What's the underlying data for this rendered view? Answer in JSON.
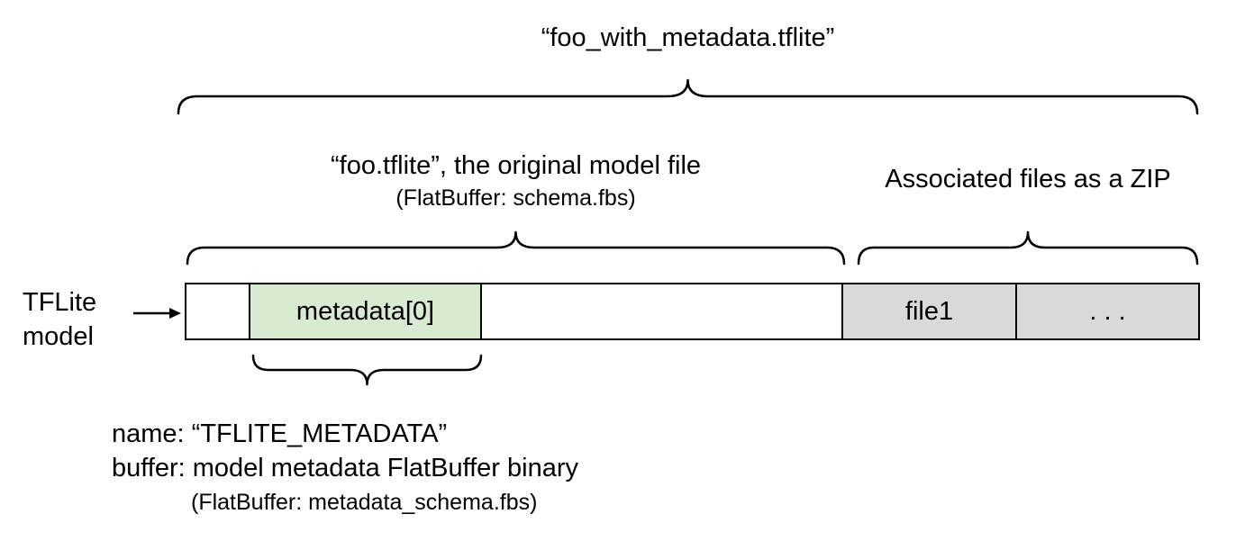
{
  "diagram": {
    "title": "“foo_with_metadata.tflite”",
    "model_section": {
      "label": "“foo.tflite”, the original model file",
      "sublabel": "(FlatBuffer: schema.fbs)"
    },
    "zip_section": {
      "label": "Associated files as a ZIP"
    },
    "left_label": {
      "line1": "TFLite",
      "line2": "model"
    },
    "bar": {
      "segments": [
        {
          "label": ""
        },
        {
          "label": "metadata[0]"
        },
        {
          "label": ""
        },
        {
          "label": "file1"
        },
        {
          "label": ". . ."
        }
      ]
    },
    "metadata_note": {
      "line1": "name: “TFLITE_METADATA”",
      "line2": "buffer: model metadata FlatBuffer binary",
      "line3": "(FlatBuffer: metadata_schema.fbs)"
    },
    "colors": {
      "metadata_fill": "#d9ead3",
      "file_fill": "#d9d9d9",
      "stroke": "#000000"
    }
  }
}
